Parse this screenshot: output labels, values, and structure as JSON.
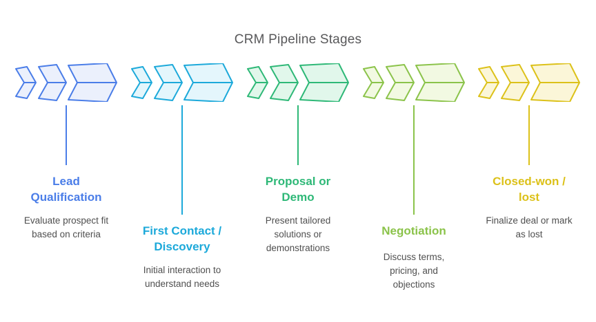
{
  "header": {
    "title": "CRM Pipeline Stages"
  },
  "text_colors": {
    "heading": "#58585a",
    "description": "#4f4f4f"
  },
  "stages": [
    {
      "id": "lead-qualification",
      "title": "Lead Qualification",
      "description": "Evaluate prospect fit based on criteria",
      "accent": "#4a7de8",
      "fill": "#ebf0fc"
    },
    {
      "id": "first-contact-discovery",
      "title": "First Contact / Discovery",
      "description": "Initial interaction to understand needs",
      "accent": "#1ca9da",
      "fill": "#e4f6fc"
    },
    {
      "id": "proposal-demo",
      "title": "Proposal or Demo",
      "description": "Present tailored solutions or demonstrations",
      "accent": "#2eb877",
      "fill": "#e1f7eb"
    },
    {
      "id": "negotiation",
      "title": "Negotiation",
      "description": "Discuss terms, pricing, and objections",
      "accent": "#8bc34a",
      "fill": "#f2f9e2"
    },
    {
      "id": "closed-won-lost",
      "title": "Closed-won / lost",
      "description": "Finalize deal or mark as lost",
      "accent": "#dcc119",
      "fill": "#fbf6d8"
    }
  ]
}
